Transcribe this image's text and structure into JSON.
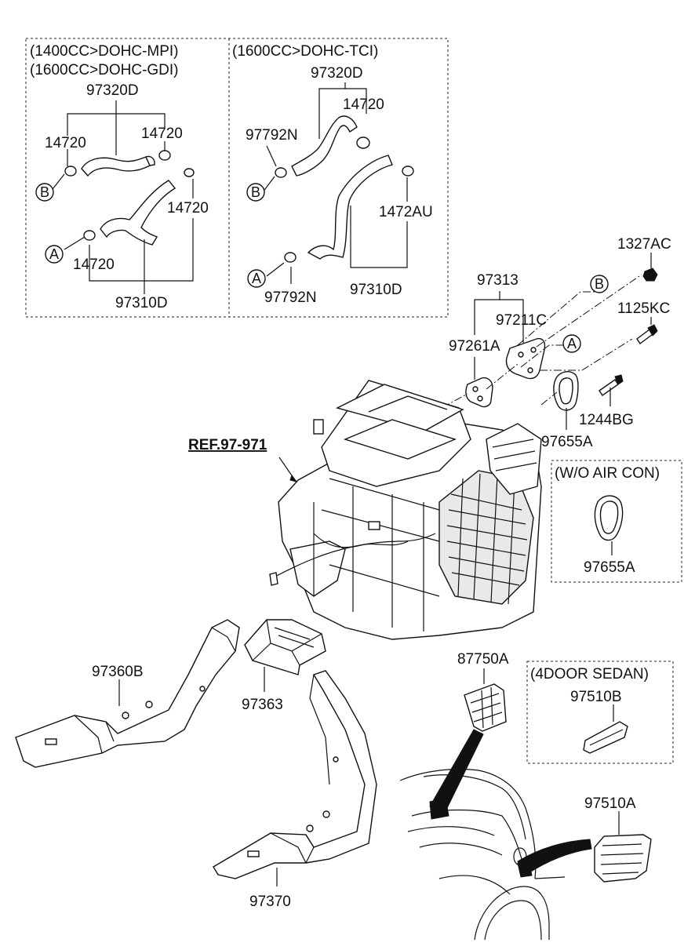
{
  "boxes": {
    "engine_left": {
      "line1": "(1400CC>DOHC-MPI)",
      "line2": "(1600CC>DOHC-GDI)"
    },
    "engine_right": {
      "line1": "(1600CC>DOHC-TCI)"
    },
    "wo_air_con": {
      "title": "(W/O AIR CON)"
    },
    "four_door": {
      "title": "(4DOOR SEDAN)"
    }
  },
  "labels": {
    "l_97320D": "97320D",
    "l_14720_a": "14720",
    "l_14720_b": "14720",
    "l_14720_c": "14720",
    "l_14720_d": "14720",
    "l_97310D": "97310D",
    "r_97320D": "97320D",
    "r_14720": "14720",
    "r_97792N_a": "97792N",
    "r_1472AU": "1472AU",
    "r_97792N_b": "97792N",
    "r_97310D": "97310D",
    "p_97313": "97313",
    "p_97211C": "97211C",
    "p_97261A": "97261A",
    "p_1327AC": "1327AC",
    "p_1125KC": "1125KC",
    "p_1244BG": "1244BG",
    "p_97655A": "97655A",
    "p_97655A_b": "97655A",
    "ref": "REF.97-971",
    "p_97360B": "97360B",
    "p_97363": "97363",
    "p_97370": "97370",
    "p_87750A": "87750A",
    "p_97510B": "97510B",
    "p_97510A": "97510A"
  },
  "markers": {
    "A": "A",
    "B": "B"
  }
}
